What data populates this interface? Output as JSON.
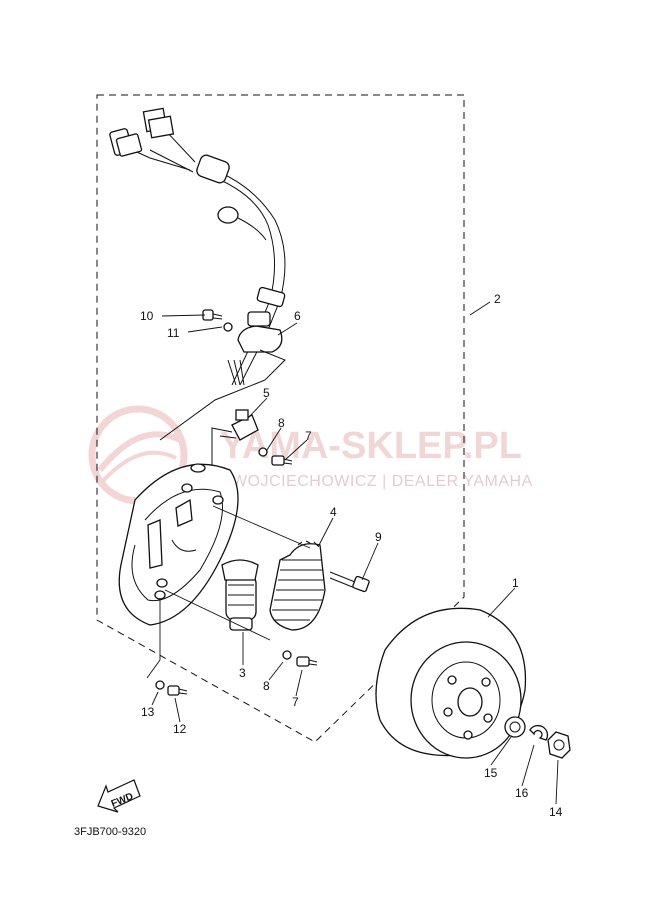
{
  "watermark": {
    "brand": "YAMA-SKLEP.PL",
    "tagline": "WOJCIECHOWICZ | DEALER YAMAHA"
  },
  "diagram_code": "3FJB700-9320",
  "fwd_label": "FWD",
  "callouts": [
    "1",
    "2",
    "3",
    "4",
    "5",
    "6",
    "7",
    "7",
    "8",
    "8",
    "9",
    "10",
    "11",
    "12",
    "13",
    "14",
    "15",
    "16"
  ]
}
